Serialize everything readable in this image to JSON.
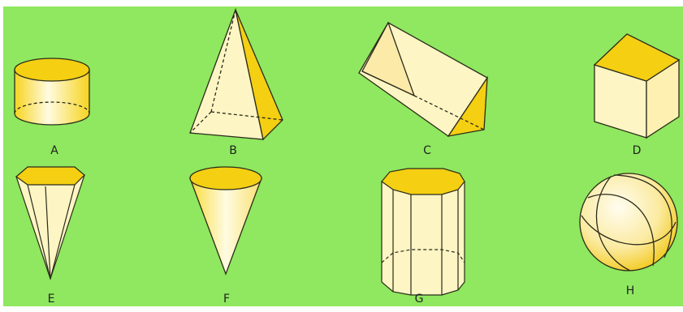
{
  "diagram": {
    "colors": {
      "background": "#8fe85f",
      "face_light": "#fdf5c4",
      "face_yellow": "#f4cf12",
      "edge": "#2b2b1a"
    },
    "shapes": [
      {
        "label": "A",
        "icon": "cylinder-icon"
      },
      {
        "label": "B",
        "icon": "square-pyramid-icon"
      },
      {
        "label": "C",
        "icon": "triangular-prism-icon"
      },
      {
        "label": "D",
        "icon": "cube-icon"
      },
      {
        "label": "E",
        "icon": "hexagonal-pyramid-icon"
      },
      {
        "label": "F",
        "icon": "cone-icon"
      },
      {
        "label": "G",
        "icon": "octagonal-prism-icon"
      },
      {
        "label": "H",
        "icon": "sphere-icon"
      }
    ]
  }
}
